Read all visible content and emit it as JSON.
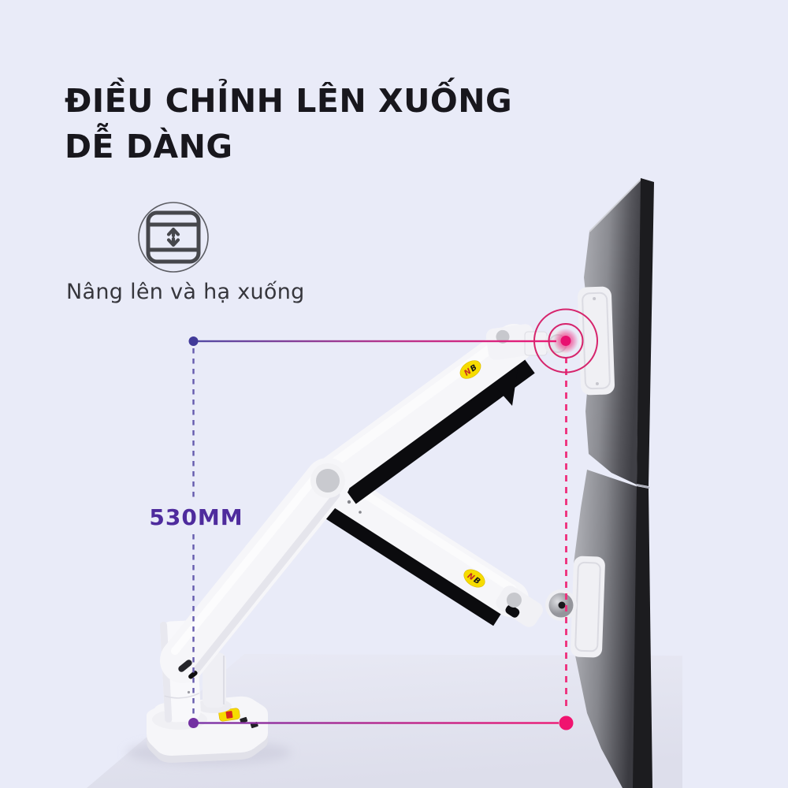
{
  "header": {
    "title_line1": "ĐIỀU CHỈNH LÊN XUỐNG",
    "title_line2": "DỄ DÀNG"
  },
  "feature": {
    "caption": "Nâng lên và hạ xuống",
    "icon": "vertical-adjust-icon"
  },
  "annotation": {
    "measurement": "530MM"
  },
  "product": {
    "brand_letter_n": "N",
    "brand_letter_b": "B"
  },
  "colors": {
    "background": "#E9EBF8",
    "desk": "#E1E2EE",
    "title": "#18171D",
    "caption": "#36363C",
    "measurement": "#4E2B9D",
    "dimension": "#655BAD",
    "dimension-dot": "#413A99",
    "pink": "#F0136F",
    "target-ring": "#D6246C",
    "arm-white": "#F6F6F9",
    "monitor-dark": "#1C1C1F",
    "sticker-yellow": "#F6DC00"
  }
}
